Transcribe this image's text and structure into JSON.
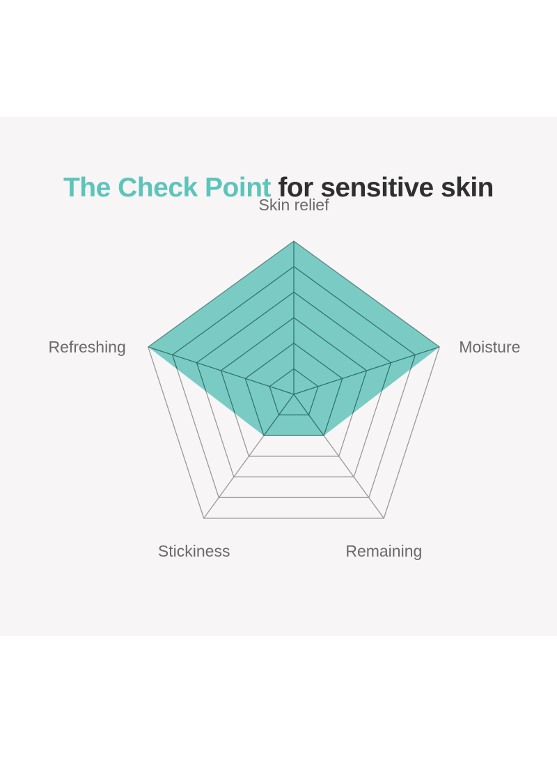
{
  "title": {
    "accent_text": "The Check Point",
    "rest_text": "for sensitive skin",
    "accent_color": "#5cc4bb",
    "dark_color": "#2f2f2f"
  },
  "chart_data": {
    "type": "radar",
    "axes": [
      "Skin relief",
      "Moisture",
      "Remaining",
      "Stickiness",
      "Refreshing"
    ],
    "scale_levels": 6,
    "range": [
      0,
      6
    ],
    "values": [
      6,
      6,
      2,
      2,
      6
    ],
    "fill_color": "#79cbc4",
    "grid_color": "#9a9a9a"
  }
}
